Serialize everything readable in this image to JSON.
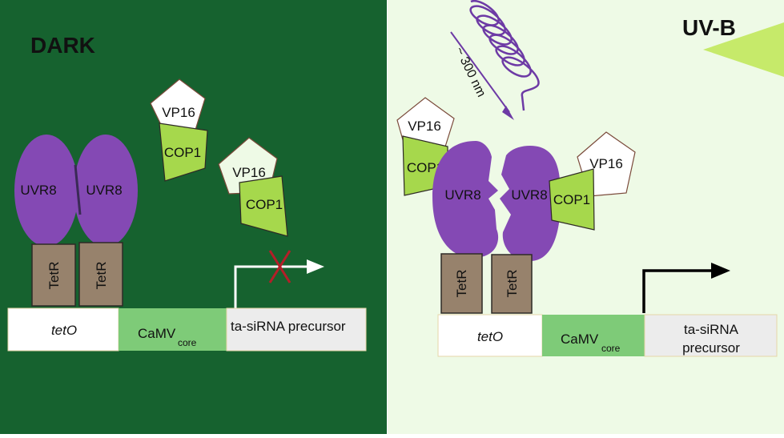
{
  "dark_panel": {
    "title": "DARK",
    "uvr8_left": "UVR8",
    "uvr8_right": "UVR8",
    "tetr_left": "TetR",
    "tetr_right": "TetR",
    "vp16_a": "VP16",
    "cop1_a": "COP1",
    "vp16_b": "VP16",
    "cop1_b": "COP1",
    "promoter": {
      "teto": "tetO",
      "camv": "CaMV",
      "camv_sub": "core",
      "precursor": "ta-siRNA precursor"
    }
  },
  "uvb_panel": {
    "title": "UV-B",
    "wavelength": "~ 300 nm",
    "uvr8_left": "UVR8",
    "uvr8_right": "UVR8",
    "tetr_left": "TetR",
    "tetr_right": "TetR",
    "vp16_left": "VP16",
    "cop1_left": "COP1",
    "vp16_right": "VP16",
    "cop1_right": "COP1",
    "promoter": {
      "teto": "tetO",
      "camv": "CaMV",
      "camv_sub": "core",
      "precursor_line1": "ta-siRNA",
      "precursor_line2": "precursor"
    }
  },
  "colors": {
    "dark_bg": "#16622f",
    "uvb_bg": "#eefae6",
    "uvr8": "#8449b4",
    "tetr": "#97826c",
    "cop1": "#a6d84c",
    "camv": "#7ecb78",
    "precursor": "#ececec",
    "uv_wave": "#6d3aa5",
    "block_x": "#b41e28"
  }
}
